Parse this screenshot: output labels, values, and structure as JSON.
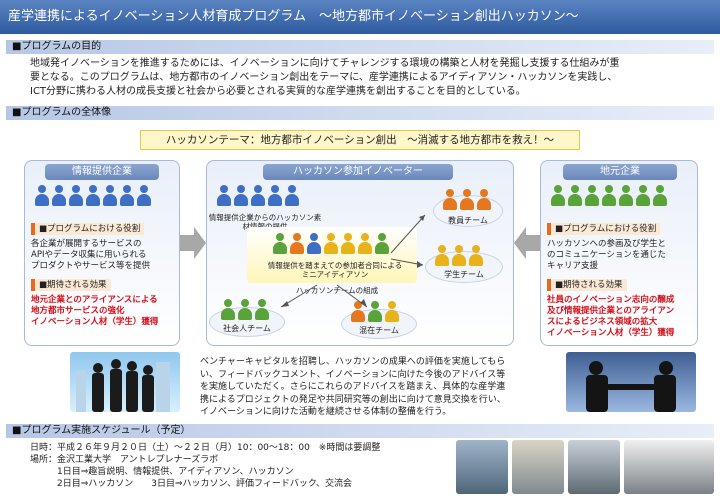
{
  "title": "産学連携によるイノベーション人材育成プログラム　～地方都市イノベーション創出ハッカソン～",
  "sections": {
    "purpose": "■プログラムの目的",
    "overview": "■プログラムの全体像",
    "schedule": "■プログラム実施スケジュール（予定）"
  },
  "purpose_lines": [
    "地域発イノベーションを推進するためには、イノベーションに向けてチャレンジする環境の構築と人材を発掘し支援する仕組みが重",
    "要となる。このプログラムは、地方都市のイノベーション創出をテーマに、産学連携によるアイディアソン・ハッカソンを実践し、",
    "ICT分野に携わる人材の成長支援と社会から必要とされる実質的な産学連携を創出することを目的としている。"
  ],
  "theme": "ハッカソンテーマ：地方都市イノベーション創出　～消滅する地方都市を救え！～",
  "left_box": {
    "head": "情報提供企業",
    "role_tag": "■プログラムにおける役割",
    "role_lines": [
      "各企業が展開するサービスの",
      "APIやデータ収集に用いられる",
      "プロダクトやサービス等を提供"
    ],
    "effect_tag": "■期待される効果",
    "effect_lines": [
      "地元企業とのアライアンスによる",
      "地方都市サービスの強化",
      "イノベーション人材（学生）獲得"
    ]
  },
  "center_box": {
    "head": "ハッカソン参加イノベーター",
    "label_info": "情報提供企業からのハッカソン素材情報の提供",
    "label_idea": "情報提供を踏まえての参加者合同によるミニアイディアソン",
    "label_team": "ハッカソンチームの組成",
    "teams": {
      "faculty": "教員チーム",
      "student": "学生チーム",
      "worker": "社会人チーム",
      "mixed": "混在チーム"
    }
  },
  "right_box": {
    "head": "地元企業",
    "role_tag": "■プログラムにおける役割",
    "role_lines": [
      "ハッカソンへの参画及び学生と",
      "のコミュニケーションを通じた",
      "キャリア支援"
    ],
    "effect_tag": "■期待される効果",
    "effect_lines": [
      "社員のイノベーション志向の醸成",
      "及び情報提供企業とのアライアン",
      "スによるビジネス領域の拡大",
      "イノベーション人材（学生）獲得"
    ]
  },
  "desc_lines": [
    "ベンチャーキャピタルを招聘し、ハッカソンの成果への評価を実施してもら",
    "い、フィードバックコメント、イノベーションに向けた今後のアドバイス等",
    "を実施していただく。さらにこれらのアドバイスを踏まえ、具体的な産学連",
    "携によるプロジェクトの発足や共同研究等の創出に向けて意見交換を行い、",
    "イノベーションに向けた活動を継続させる体制の整備を行う。"
  ],
  "schedule_lines": [
    "日時：平成２６年９月２０日（土）～２２日（月）10：00～18：00　※時間は要調整",
    "場所：金沢工業大学　アントレプレナーズラボ",
    "　　　1日目⇒趣旨説明、情報提供、アイディアソン、ハッカソン",
    "　　　2日目⇒ハッカソン　　3日目⇒ハッカソン、評価フィードバック、交流会"
  ],
  "colors": {
    "blue_person": "#3f6fc4",
    "green_person": "#5aa33a",
    "orange_person": "#e5781e",
    "yellow_person": "#e8b21a",
    "red_text": "#d4101a"
  }
}
